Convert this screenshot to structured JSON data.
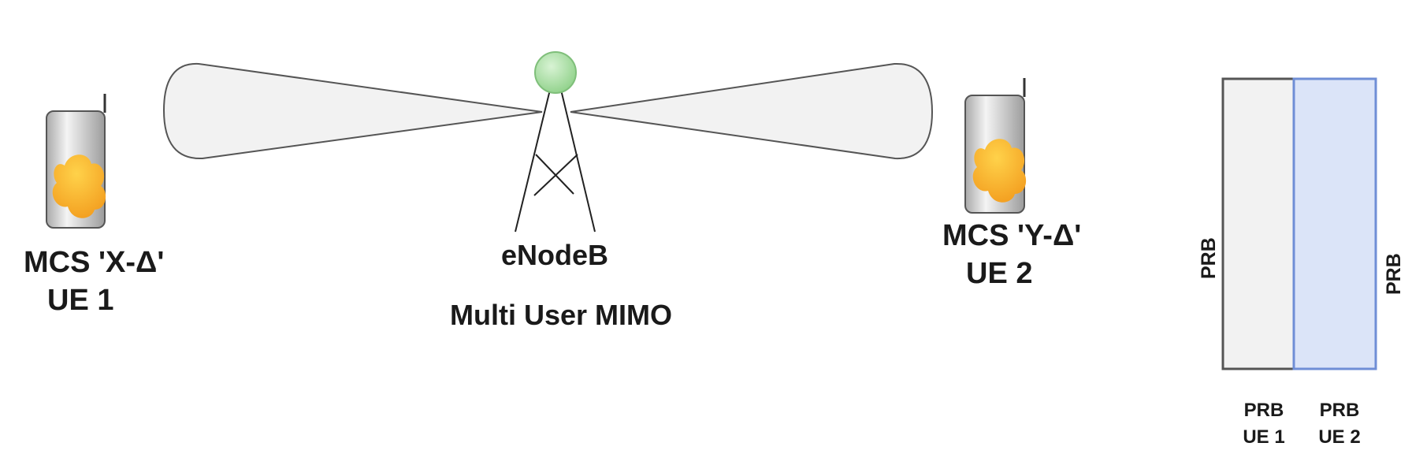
{
  "labels": {
    "ue1_mcs": "MCS 'X-Δ'",
    "ue1_name": "UE 1",
    "ue2_mcs": "MCS 'Y-Δ'",
    "ue2_name": "UE 2",
    "enodeb": "eNodeB",
    "mode": "Multi User MIMO"
  },
  "prb_chart": {
    "left_axis": "PRB",
    "right_axis": "PRB",
    "col1_line1": "PRB",
    "col1_line2": "UE 1",
    "col2_line1": "PRB",
    "col2_line2": "UE 2"
  },
  "colors": {
    "beam_fill": "#f2f2f2",
    "beam_stroke": "#555555",
    "node_green": "#9ed89a",
    "phone_body": "#d0d0d0",
    "blob_orange": "#f6a623",
    "prb_ue1_fill": "#f2f2f2",
    "prb_ue1_stroke": "#555555",
    "prb_ue2_fill": "#dbe4f8",
    "prb_ue2_stroke": "#6f8ed6"
  }
}
